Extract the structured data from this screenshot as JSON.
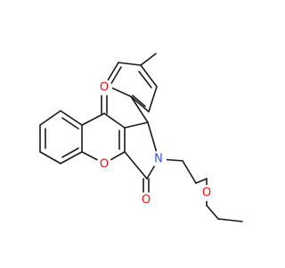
{
  "structure": {
    "atoms": [
      {
        "id": "O1",
        "element": "O",
        "color": "#ff0d0d"
      },
      {
        "id": "O2",
        "element": "O",
        "color": "#ff0d0d"
      },
      {
        "id": "O3",
        "element": "O",
        "color": "#ff0d0d"
      },
      {
        "id": "O4",
        "element": "O",
        "color": "#ff0d0d"
      },
      {
        "id": "N1",
        "element": "N",
        "color": "#3050f8"
      }
    ]
  }
}
